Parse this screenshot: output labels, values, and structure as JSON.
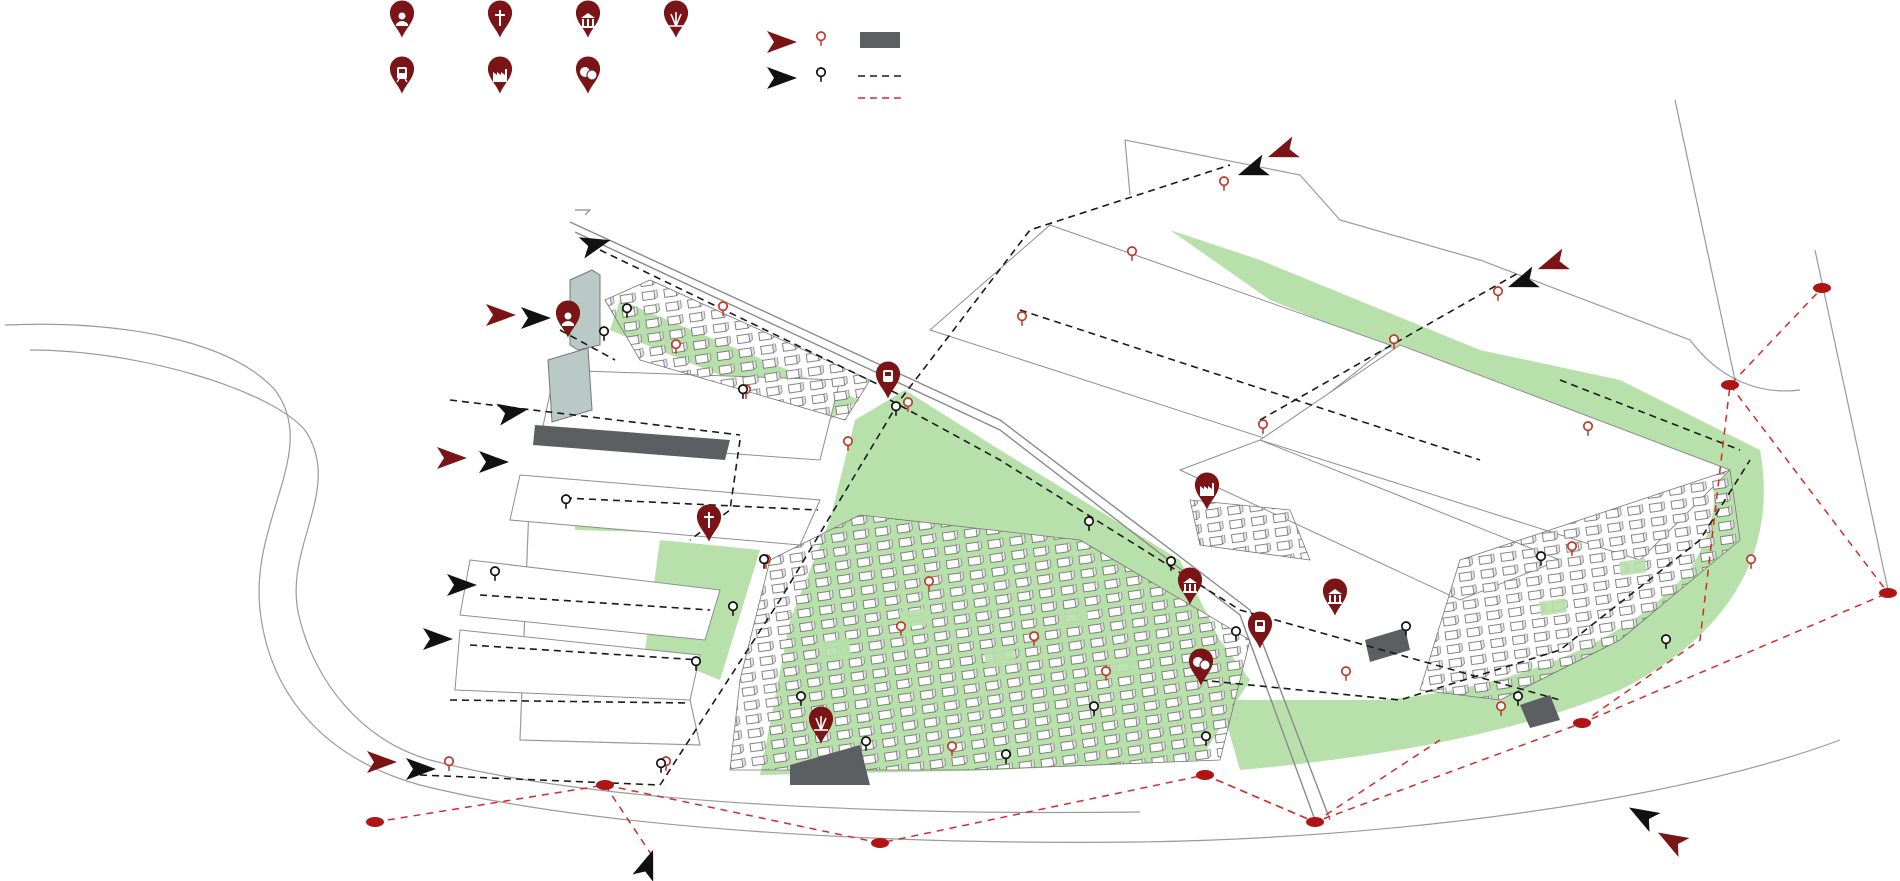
{
  "map": {
    "background": "#ffffff",
    "colors": {
      "accent_red": "#7b1416",
      "arrow_black": "#111111",
      "green_space": "#b8e0ab",
      "building_fill": "#ffffff",
      "building_stroke": "#555555",
      "dark_gray_block": "#5c5f62",
      "light_gray_block": "#b9c9c6",
      "outline": "#9a9a9a",
      "red_dash": "#d42a2a",
      "black_dash": "#1a1a1a"
    },
    "legend": {
      "poi_icons": [
        "school-icon",
        "church-icon",
        "museum-icon",
        "monument-icon",
        "railway-station-icon",
        "factory-icon",
        "theatre-icon"
      ],
      "symbols": [
        "red-entry-arrow-icon",
        "red-stop-icon",
        "dark-building-swatch",
        "black-entry-arrow-icon",
        "black-stop-icon",
        "black-dashed-route-line",
        "red-dashed-link-line"
      ]
    },
    "poi_markers": [
      "school-icon",
      "church-icon",
      "railway-station-icon",
      "factory-icon",
      "museum-icon",
      "museum-icon",
      "railway-station-icon",
      "theatre-icon",
      "monument-icon"
    ]
  }
}
